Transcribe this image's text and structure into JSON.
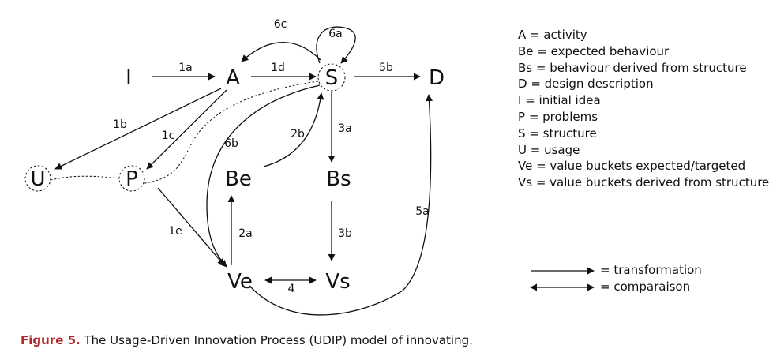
{
  "nodes": {
    "I": "I",
    "A": "A",
    "S": "S",
    "D": "D",
    "U": "U",
    "P": "P",
    "Be": "Be",
    "Bs": "Bs",
    "Ve": "Ve",
    "Vs": "Vs"
  },
  "edges": {
    "e1a": "1a",
    "e1b": "1b",
    "e1c": "1c",
    "e1d": "1d",
    "e1e": "1e",
    "e2a": "2a",
    "e2b": "2b",
    "e3a": "3a",
    "e3b": "3b",
    "e4": "4",
    "e5a": "5a",
    "e5b": "5b",
    "e6a": "6a",
    "e6b": "6b",
    "e6c": "6c"
  },
  "legend": [
    "A = activity",
    "Be = expected behaviour",
    "Bs = behaviour derived from structure",
    "D = design description",
    "I = initial idea",
    "P = problems",
    "S = structure",
    "U = usage",
    "Ve = value buckets expected/targeted",
    "Vs = value buckets derived from structure"
  ],
  "key": {
    "transformation": "= transformation",
    "comparison": "= comparaison"
  },
  "caption": {
    "figure": "Figure 5.",
    "text": "The Usage-Driven Innovation Process (UDIP) model of innovating."
  },
  "colors": {
    "caption_accent": "#b5262b",
    "ink": "#111111"
  }
}
